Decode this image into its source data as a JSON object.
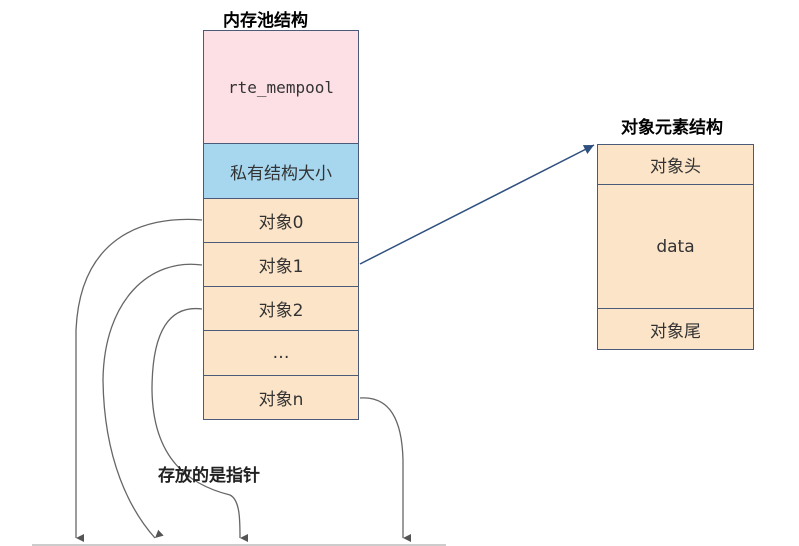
{
  "mempool": {
    "title": "内存池结构",
    "header": "rte_mempool",
    "private": "私有结构大小",
    "objects": [
      "对象0",
      "对象1",
      "对象2",
      "…",
      "对象n"
    ]
  },
  "element": {
    "title": "对象元素结构",
    "head": "对象头",
    "data": "data",
    "tail": "对象尾"
  },
  "note": "存放的是指针",
  "colors": {
    "header_fill": "#fde0e6",
    "private_fill": "#a6d7ef",
    "object_fill": "#fce4c8",
    "stroke": "#4a5a78",
    "arrow": "#2f4f7f"
  }
}
